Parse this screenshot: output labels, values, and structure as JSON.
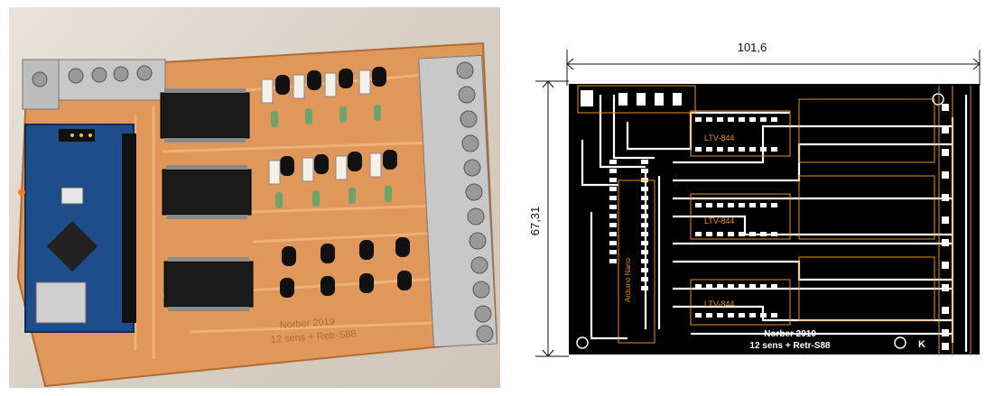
{
  "photo": {
    "board_text": "Norber 2019",
    "board_text_2": "12 sens + Retr-S88"
  },
  "layout": {
    "width_label": "101,6",
    "height_label": "67,31",
    "board_title": "Norber 2019",
    "board_subtitle": "12 sens + Retr-S88",
    "chip_label": "LTV-844",
    "module_label": "Arduino Nano",
    "corner_letter": "K"
  },
  "colors": {
    "pcb_copper": "#e59a4f",
    "pcb_black": "#000000",
    "silkscreen": "#e6921e",
    "terminal_grey": "#c8c8c8",
    "arduino_blue": "#1d4d8a"
  }
}
